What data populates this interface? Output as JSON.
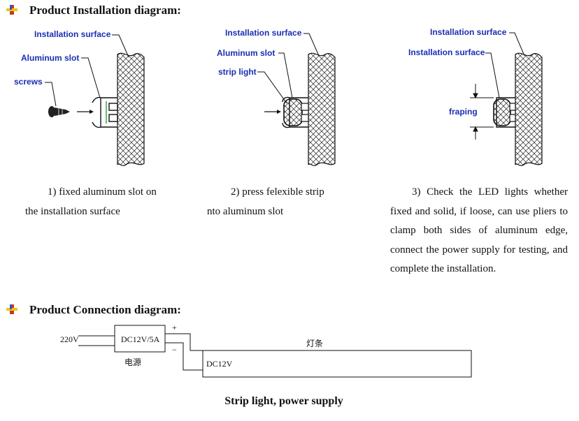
{
  "installation": {
    "title": "Product Installation diagram:",
    "panels": [
      {
        "labels": {
          "surface": "Installation surface",
          "slot": "Aluminum slot",
          "screws": "screws"
        },
        "caption_line1": "1) fixed aluminum slot on",
        "caption_line2": "the installation surface"
      },
      {
        "labels": {
          "surface": "Installation surface",
          "slot": "Aluminum slot",
          "strip": "strip light"
        },
        "caption_line1": "2) press felexible strip",
        "caption_line2": "nto aluminum slot"
      },
      {
        "labels": {
          "surface1": "Installation surface",
          "surface2": "Installation surface",
          "fraping": "fraping"
        },
        "caption": "3) Check the LED lights whether fixed and solid, if loose, can use pliers to clamp both sides of aluminum edge, connect the power supply for testing, and complete the installation."
      }
    ]
  },
  "connection": {
    "title": "Product Connection diagram:",
    "input_voltage": "220V",
    "psu_label": "DC12V/5A",
    "psu_caption": "电源",
    "plus": "+",
    "minus": "−",
    "strip_label": "DC12V",
    "strip_caption": "灯条"
  },
  "footer": "Strip light, power supply",
  "colors": {
    "label_blue": "#1a2fb4",
    "bullet_red": "#c0392b",
    "bullet_yellow": "#f1c40f"
  }
}
